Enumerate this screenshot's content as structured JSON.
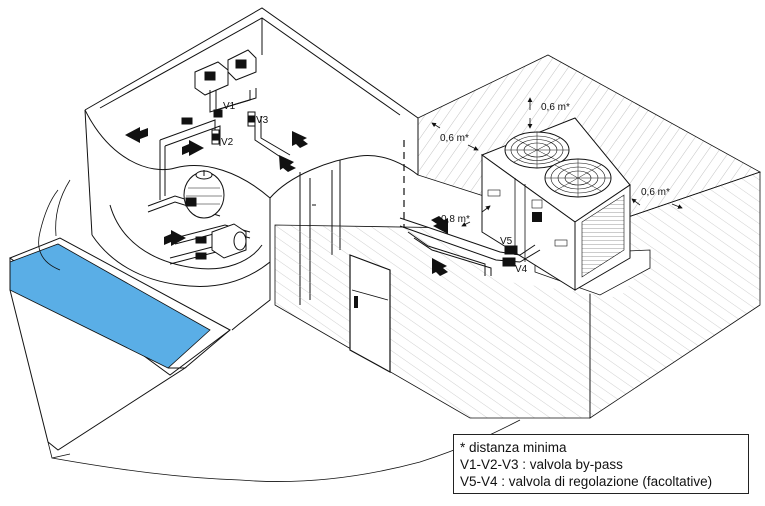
{
  "valve_labels": {
    "v1": "V1",
    "v2": "V2",
    "v3": "V3",
    "v4": "V4",
    "v5": "V5"
  },
  "clearances": {
    "top": "0,6 m*",
    "left": "0,6 m*",
    "right": "0,6 m*",
    "front": "0,8 m*"
  },
  "legend": {
    "line1": "* distanza minima",
    "line2": "V1-V2-V3 : valvola by-pass",
    "line3": "V5-V4 : valvola di regolazione (facoltative)"
  },
  "colors": {
    "pool_water": "#5aaee6",
    "line": "#111111",
    "mesh": "#9a9a9a"
  }
}
